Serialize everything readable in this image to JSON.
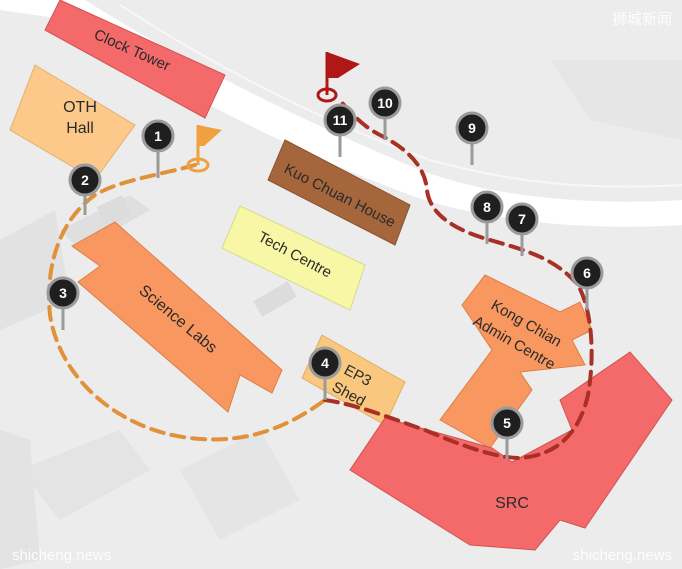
{
  "buildings": {
    "clock_tower": "Clock Tower",
    "oth_hall_line1": "OTH",
    "oth_hall_line2": "Hall",
    "kuo_chuan_house": "Kuo Chuan House",
    "tech_centre": "Tech Centre",
    "science_labs": "Science Labs",
    "ep3_shed_line1": "EP3",
    "ep3_shed_line2": "Shed",
    "kong_chian_line1": "Kong Chian",
    "kong_chian_line2": "Admin Centre",
    "src": "SRC"
  },
  "waypoints": [
    "1",
    "2",
    "3",
    "4",
    "5",
    "6",
    "7",
    "8",
    "9",
    "10",
    "11"
  ],
  "watermarks": {
    "top_right": "狮城新闻",
    "bottom_left": "shicheng.news",
    "bottom_right": "shicheng.news"
  },
  "colors": {
    "start_flag": "#f0a040",
    "finish_flag": "#b01818",
    "route_start": "#e0913a",
    "route_finish": "#a83024",
    "pin": "#1f1f1f",
    "pin_stem": "#9a9a9a"
  }
}
